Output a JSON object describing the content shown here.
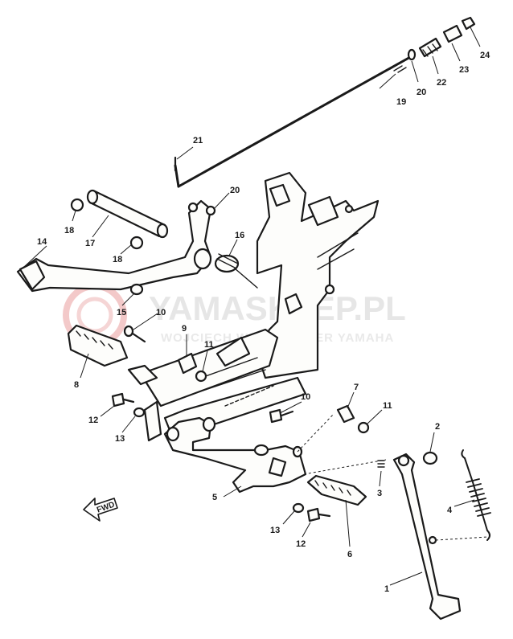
{
  "watermark": {
    "title": "YAMASKLEP.PL",
    "subtitle": "WOJCIECH WARZ DEALER YAMAHA",
    "logo_color": "#e23a3a"
  },
  "direction_marker": {
    "label": "FWD",
    "icon": "arrow-left-icon"
  },
  "callouts": [
    "1",
    "2",
    "3",
    "4",
    "5",
    "6",
    "7",
    "8",
    "9",
    "10",
    "10",
    "11",
    "11",
    "12",
    "12",
    "13",
    "13",
    "14",
    "15",
    "16",
    "17",
    "18",
    "18",
    "19",
    "20",
    "20",
    "21",
    "22",
    "23",
    "24"
  ]
}
